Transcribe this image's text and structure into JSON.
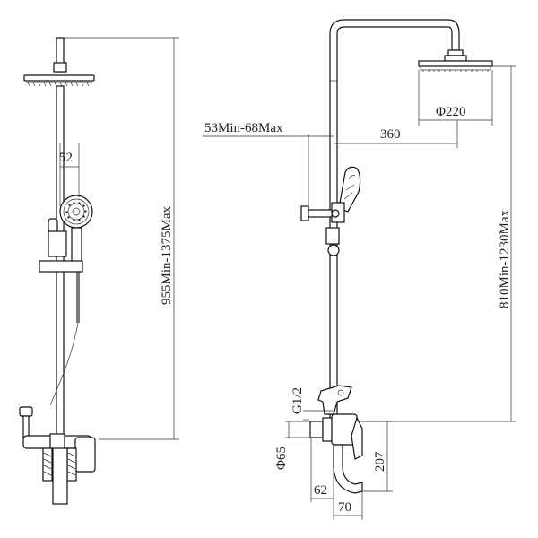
{
  "front_view": {
    "height_label": "955Min-1375Max",
    "handset_offset_label": "52"
  },
  "side_view": {
    "head_diameter_label": "Φ220",
    "arm_length_label": "360",
    "wall_distance_label": "53Min-68Max",
    "height_label": "810Min-1230Max",
    "thread_label": "G1/2",
    "escutcheon_label": "Φ65",
    "spout_height_label": "207",
    "spout_offset_label": "62",
    "spout_reach_label": "70"
  }
}
